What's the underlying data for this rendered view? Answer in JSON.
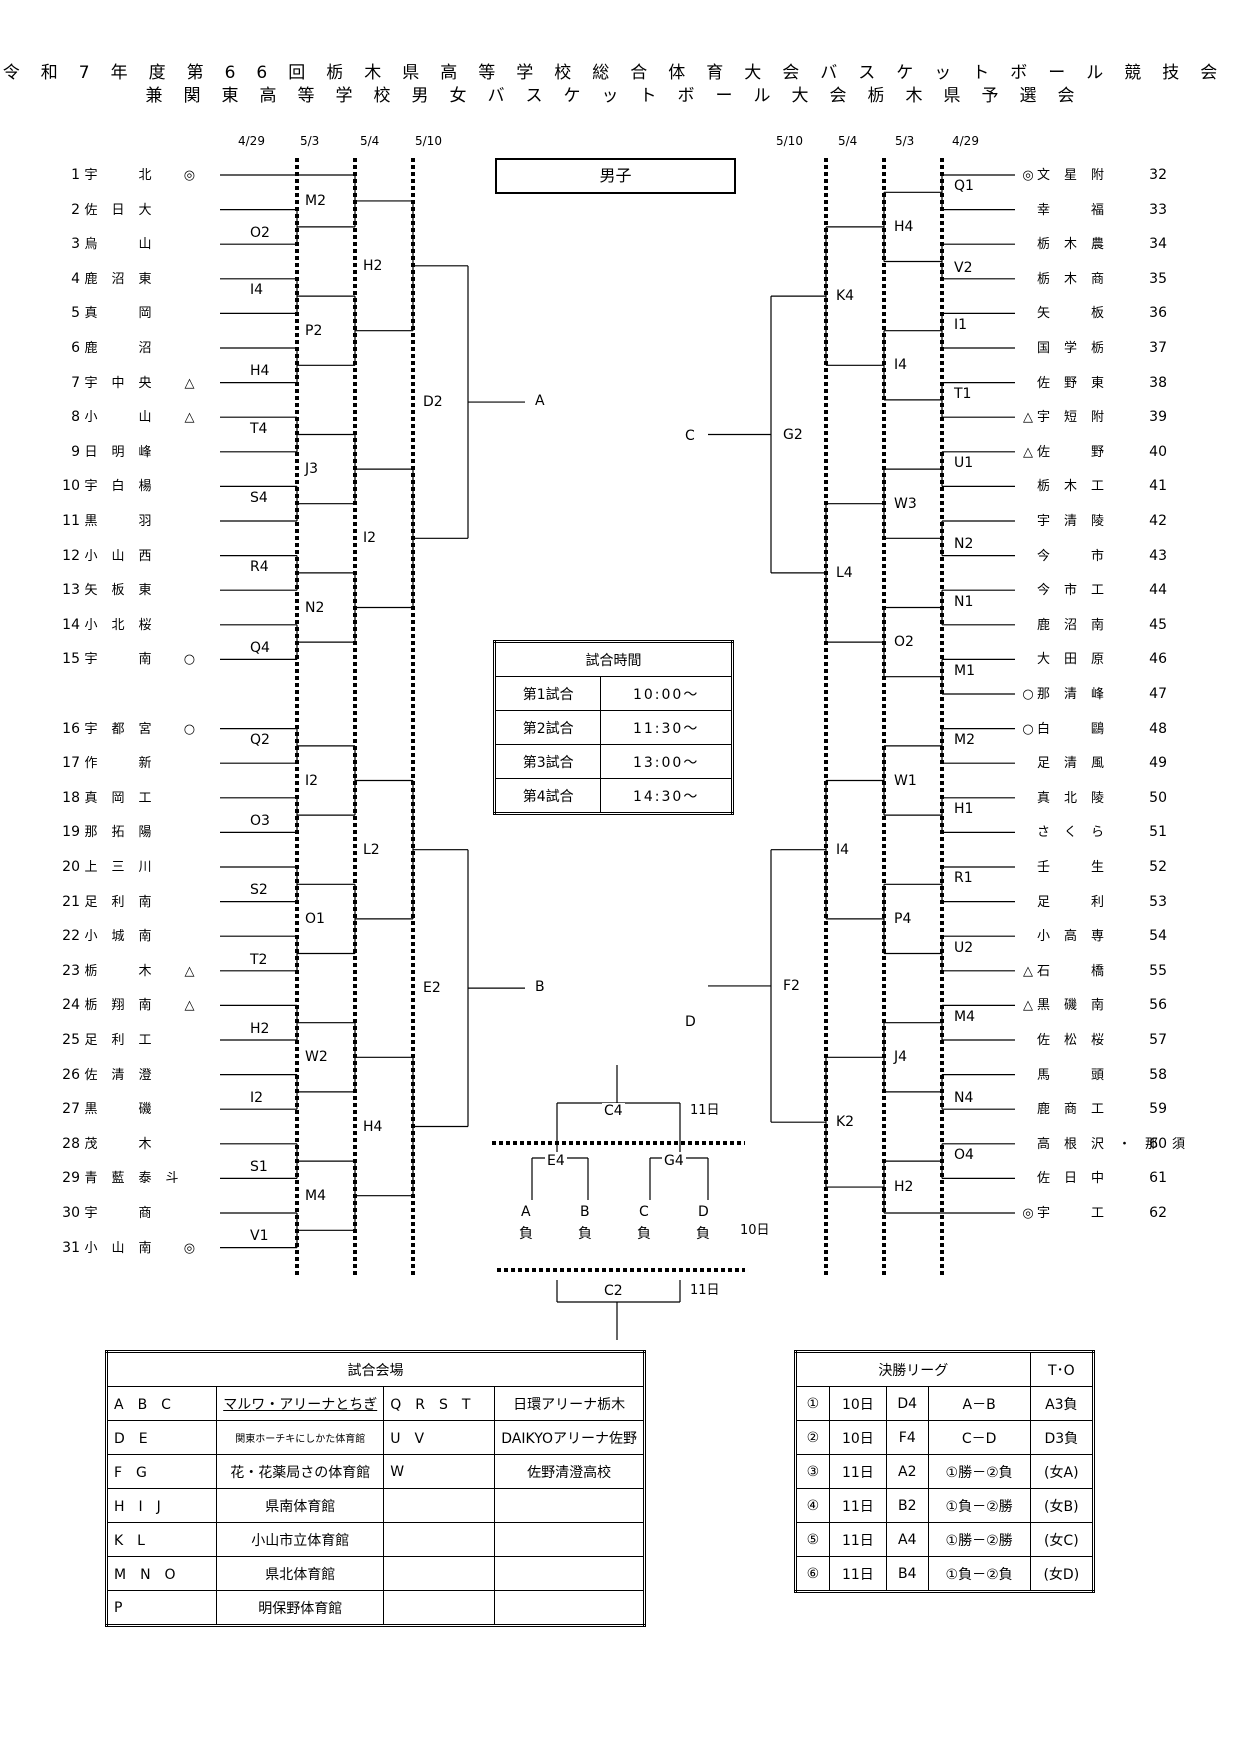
{
  "title": {
    "line1": "令和7年度第66回栃木県高等学校総合体育大会バスケットボール競技会",
    "line2": "兼関東高等学校男女バスケットボール大会栃木県予選会"
  },
  "gender": "男子",
  "dates_left": [
    "4/29",
    "5/3",
    "5/4",
    "5/10"
  ],
  "dates_right": [
    "5/10",
    "5/4",
    "5/3",
    "4/29"
  ],
  "left_teams": [
    {
      "n": "1",
      "name": "宇　北",
      "mark": "◎"
    },
    {
      "n": "2",
      "name": "佐日大",
      "mark": ""
    },
    {
      "n": "3",
      "name": "烏　山",
      "mark": ""
    },
    {
      "n": "4",
      "name": "鹿沼東",
      "mark": ""
    },
    {
      "n": "5",
      "name": "真　岡",
      "mark": ""
    },
    {
      "n": "6",
      "name": "鹿　沼",
      "mark": ""
    },
    {
      "n": "7",
      "name": "宇中央",
      "mark": "△"
    },
    {
      "n": "8",
      "name": "小　山",
      "mark": "△"
    },
    {
      "n": "9",
      "name": "日明峰",
      "mark": ""
    },
    {
      "n": "10",
      "name": "宇白楊",
      "mark": ""
    },
    {
      "n": "11",
      "name": "黒　羽",
      "mark": ""
    },
    {
      "n": "12",
      "name": "小山西",
      "mark": ""
    },
    {
      "n": "13",
      "name": "矢板東",
      "mark": ""
    },
    {
      "n": "14",
      "name": "小北桜",
      "mark": ""
    },
    {
      "n": "15",
      "name": "宇　南",
      "mark": "○"
    },
    {
      "n": "16",
      "name": "宇都宮",
      "mark": "○"
    },
    {
      "n": "17",
      "name": "作　新",
      "mark": ""
    },
    {
      "n": "18",
      "name": "真岡工",
      "mark": ""
    },
    {
      "n": "19",
      "name": "那拓陽",
      "mark": ""
    },
    {
      "n": "20",
      "name": "上三川",
      "mark": ""
    },
    {
      "n": "21",
      "name": "足利南",
      "mark": ""
    },
    {
      "n": "22",
      "name": "小城南",
      "mark": ""
    },
    {
      "n": "23",
      "name": "栃　木",
      "mark": "△"
    },
    {
      "n": "24",
      "name": "栃翔南",
      "mark": "△"
    },
    {
      "n": "25",
      "name": "足利工",
      "mark": ""
    },
    {
      "n": "26",
      "name": "佐清澄",
      "mark": ""
    },
    {
      "n": "27",
      "name": "黒　磯",
      "mark": ""
    },
    {
      "n": "28",
      "name": "茂　木",
      "mark": ""
    },
    {
      "n": "29",
      "name": "青藍泰斗",
      "mark": ""
    },
    {
      "n": "30",
      "name": "宇　商",
      "mark": ""
    },
    {
      "n": "31",
      "name": "小山南",
      "mark": "◎"
    }
  ],
  "right_teams": [
    {
      "n": "32",
      "name": "文星附",
      "mark": "◎"
    },
    {
      "n": "33",
      "name": "幸　福",
      "mark": ""
    },
    {
      "n": "34",
      "name": "栃木農",
      "mark": ""
    },
    {
      "n": "35",
      "name": "栃木商",
      "mark": ""
    },
    {
      "n": "36",
      "name": "矢　板",
      "mark": ""
    },
    {
      "n": "37",
      "name": "国学栃",
      "mark": ""
    },
    {
      "n": "38",
      "name": "佐野東",
      "mark": ""
    },
    {
      "n": "39",
      "name": "宇短附",
      "mark": "△"
    },
    {
      "n": "40",
      "name": "佐　野",
      "mark": "△"
    },
    {
      "n": "41",
      "name": "栃木工",
      "mark": ""
    },
    {
      "n": "42",
      "name": "宇清陵",
      "mark": ""
    },
    {
      "n": "43",
      "name": "今　市",
      "mark": ""
    },
    {
      "n": "44",
      "name": "今市工",
      "mark": ""
    },
    {
      "n": "45",
      "name": "鹿沼南",
      "mark": ""
    },
    {
      "n": "46",
      "name": "大田原",
      "mark": ""
    },
    {
      "n": "47",
      "name": "那清峰",
      "mark": "○"
    },
    {
      "n": "48",
      "name": "白　鷗",
      "mark": "○"
    },
    {
      "n": "49",
      "name": "足清風",
      "mark": ""
    },
    {
      "n": "50",
      "name": "真北陵",
      "mark": ""
    },
    {
      "n": "51",
      "name": "さくら",
      "mark": ""
    },
    {
      "n": "52",
      "name": "壬　生",
      "mark": ""
    },
    {
      "n": "53",
      "name": "足　利",
      "mark": ""
    },
    {
      "n": "54",
      "name": "小高専",
      "mark": ""
    },
    {
      "n": "55",
      "name": "石　橋",
      "mark": "△"
    },
    {
      "n": "56",
      "name": "黒磯南",
      "mark": "△"
    },
    {
      "n": "57",
      "name": "佐松桜",
      "mark": ""
    },
    {
      "n": "58",
      "name": "馬　頭",
      "mark": ""
    },
    {
      "n": "59",
      "name": "鹿商工",
      "mark": ""
    },
    {
      "n": "60",
      "name": "高根沢・那須",
      "mark": ""
    },
    {
      "n": "61",
      "name": "佐日中",
      "mark": ""
    },
    {
      "n": "62",
      "name": "宇　工",
      "mark": "◎"
    }
  ],
  "left_r1": [
    "O2",
    "I4",
    "H4",
    "T4",
    "S4",
    "R4",
    "Q4",
    "Q2",
    "O3",
    "S2",
    "T2",
    "H2",
    "I2",
    "S1",
    "V1"
  ],
  "left_r2": [
    "M2",
    "P2",
    "J3",
    "N2",
    "I2",
    "O1",
    "W2",
    "M4"
  ],
  "left_r3": [
    "H2",
    "I2",
    "L2",
    "H4"
  ],
  "left_r4": [
    "D2",
    "E2"
  ],
  "right_r1": [
    "Q1",
    "V2",
    "I1",
    "T1",
    "U1",
    "N2",
    "N1",
    "M1",
    "M2",
    "H1",
    "R1",
    "U2",
    "M4",
    "N4",
    "O4"
  ],
  "right_r2": [
    "H4",
    "I4",
    "W3",
    "O2",
    "W1",
    "P4",
    "J4",
    "H2"
  ],
  "right_r3": [
    "K4",
    "L4",
    "I4",
    "K2"
  ],
  "right_r4": [
    "G2",
    "F2"
  ],
  "finals": {
    "A": "A",
    "B": "B",
    "C": "C",
    "D": "D"
  },
  "final_bracket": {
    "top": "C4",
    "top_day": "11日",
    "e": "E4",
    "g": "G4",
    "losers": [
      "A",
      "B",
      "C",
      "D"
    ],
    "lose": "負",
    "day10": "10日",
    "bottom": "C2",
    "bottom_day": "11日"
  },
  "schedule": {
    "title": "試合時間",
    "rows": [
      [
        "第1試合",
        "10:00～"
      ],
      [
        "第2試合",
        "11:30～"
      ],
      [
        "第3試合",
        "13:00～"
      ],
      [
        "第4試合",
        "14:30～"
      ]
    ]
  },
  "venues": {
    "title": "試合会場",
    "rows": [
      [
        "A　B　C",
        "マルワ・アリーナとちぎ",
        "Q　R　S　T",
        "日環アリーナ栃木"
      ],
      [
        "D　E",
        "関東ホーチキにしかた体育館",
        "U　V",
        "DAIKYOアリーナ佐野"
      ],
      [
        "F　G",
        "花・花薬局さの体育館",
        "W",
        "佐野清澄高校"
      ],
      [
        "H　I　J",
        "県南体育館",
        "",
        ""
      ],
      [
        "K　L",
        "小山市立体育館",
        "",
        ""
      ],
      [
        "M　N　O",
        "県北体育館",
        "",
        ""
      ],
      [
        "P",
        "明保野体育館",
        "",
        ""
      ]
    ]
  },
  "league": {
    "title": "決勝リーグ",
    "to": "T･O",
    "rows": [
      [
        "①",
        "10日",
        "D4",
        "A－B",
        "A3負"
      ],
      [
        "②",
        "10日",
        "F4",
        "C－D",
        "D3負"
      ],
      [
        "③",
        "11日",
        "A2",
        "①勝－②負",
        "(女A)"
      ],
      [
        "④",
        "11日",
        "B2",
        "①負－②勝",
        "(女B)"
      ],
      [
        "⑤",
        "11日",
        "A4",
        "①勝－②勝",
        "(女C)"
      ],
      [
        "⑥",
        "11日",
        "B4",
        "①負－②負",
        "(女D)"
      ]
    ]
  }
}
